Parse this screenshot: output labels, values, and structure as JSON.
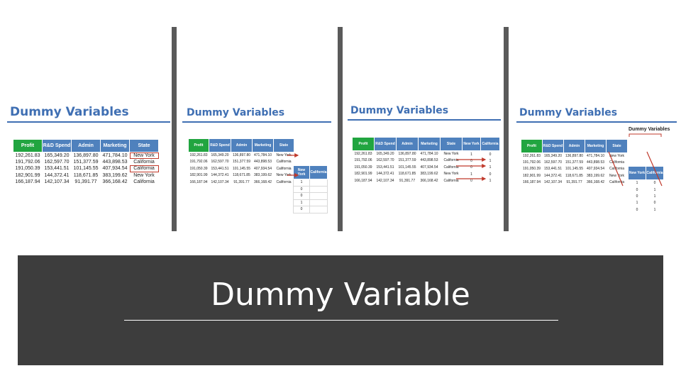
{
  "slide": {
    "title": "Dummy Variable",
    "colors": {
      "banner": "#3d3d3d",
      "heading": "#3f6fb3",
      "header_fill": "#4f81bd",
      "profit_fill": "#21a540",
      "marker": "#c0392b"
    }
  },
  "panels": [
    {
      "heading": "Dummy Variables"
    },
    {
      "heading": "Dummy Variables"
    },
    {
      "heading": "Dummy Variables"
    },
    {
      "heading": "Dummy Variables",
      "caption": "Dummy Variables"
    }
  ],
  "table": {
    "headers": [
      "Profit",
      "R&D Spend",
      "Admin",
      "Marketing",
      "State"
    ],
    "rows": [
      [
        "192,261.83",
        "165,349.20",
        "136,897.80",
        "471,784.10",
        "New York"
      ],
      [
        "191,792.06",
        "162,597.70",
        "151,377.59",
        "443,898.53",
        "California"
      ],
      [
        "191,050.39",
        "153,441.51",
        "101,145.55",
        "407,934.54",
        "California"
      ],
      [
        "182,901.99",
        "144,372.41",
        "118,671.85",
        "383,199.62",
        "New York"
      ],
      [
        "166,187.94",
        "142,107.34",
        "91,391.77",
        "366,168.42",
        "California"
      ]
    ]
  },
  "dummy": {
    "headers": [
      "New York",
      "California"
    ],
    "panel2": [
      [
        "1",
        ""
      ],
      [
        "0",
        ""
      ],
      [
        "0",
        ""
      ],
      [
        "1",
        ""
      ],
      [
        "0",
        ""
      ]
    ],
    "panel3": [
      [
        "1",
        "0"
      ],
      [
        "0",
        "1"
      ],
      [
        "0",
        "1"
      ],
      [
        "1",
        "0"
      ],
      [
        "0",
        "1"
      ]
    ],
    "panel4": [
      [
        "1",
        "0"
      ],
      [
        "0",
        "1"
      ],
      [
        "0",
        "1"
      ],
      [
        "1",
        "0"
      ],
      [
        "0",
        "1"
      ]
    ]
  }
}
